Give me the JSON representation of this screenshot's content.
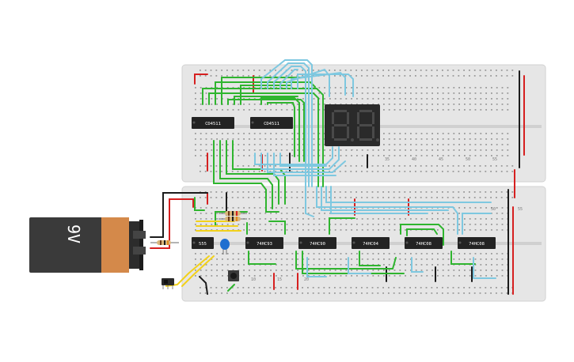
{
  "battery": {
    "label": "9V",
    "body_color": "#3a3a3a",
    "label_band_color": "#d4894a",
    "icon": "battery-icon"
  },
  "breadboards": [
    {
      "name": "upper-breadboard",
      "color": "#e6e6e6"
    },
    {
      "name": "lower-breadboard",
      "color": "#e6e6e6"
    }
  ],
  "upper_board": {
    "numbers": [
      "35",
      "40",
      "45",
      "50",
      "55"
    ],
    "chips": [
      {
        "name": "chip-cd4511-a",
        "label": "CD4511"
      },
      {
        "name": "chip-cd4511-b",
        "label": "CD4511"
      }
    ],
    "display": {
      "text": "88",
      "icon": "seven-segment-display-icon"
    }
  },
  "lower_board": {
    "numbers_left": [
      "10",
      "15",
      "20"
    ],
    "numbers_top_right": [
      "50",
      "55"
    ],
    "chips": [
      {
        "name": "chip-555",
        "label": "555"
      },
      {
        "name": "chip-74hc93",
        "label": "74HC93"
      },
      {
        "name": "chip-74hc90",
        "label": "74HC90"
      },
      {
        "name": "chip-74hc04",
        "label": "74HC04"
      },
      {
        "name": "chip-74hc08-a",
        "label": "74HC08"
      },
      {
        "name": "chip-74hc08-b",
        "label": "74HC08"
      }
    ]
  },
  "colors": {
    "wire_green": "#2fb52f",
    "wire_blue": "#7ec8e0",
    "wire_red": "#d62020",
    "wire_black": "#1c1c1c",
    "wire_yellow": "#f2d11b",
    "chip": "#232323",
    "display": "#2a2a2a",
    "segment_off": "#4a4a4a",
    "capacitor": "#1f6fd0"
  },
  "icons": [
    "push-button-icon",
    "slide-switch-icon",
    "capacitor-icon",
    "resistor-icon"
  ]
}
